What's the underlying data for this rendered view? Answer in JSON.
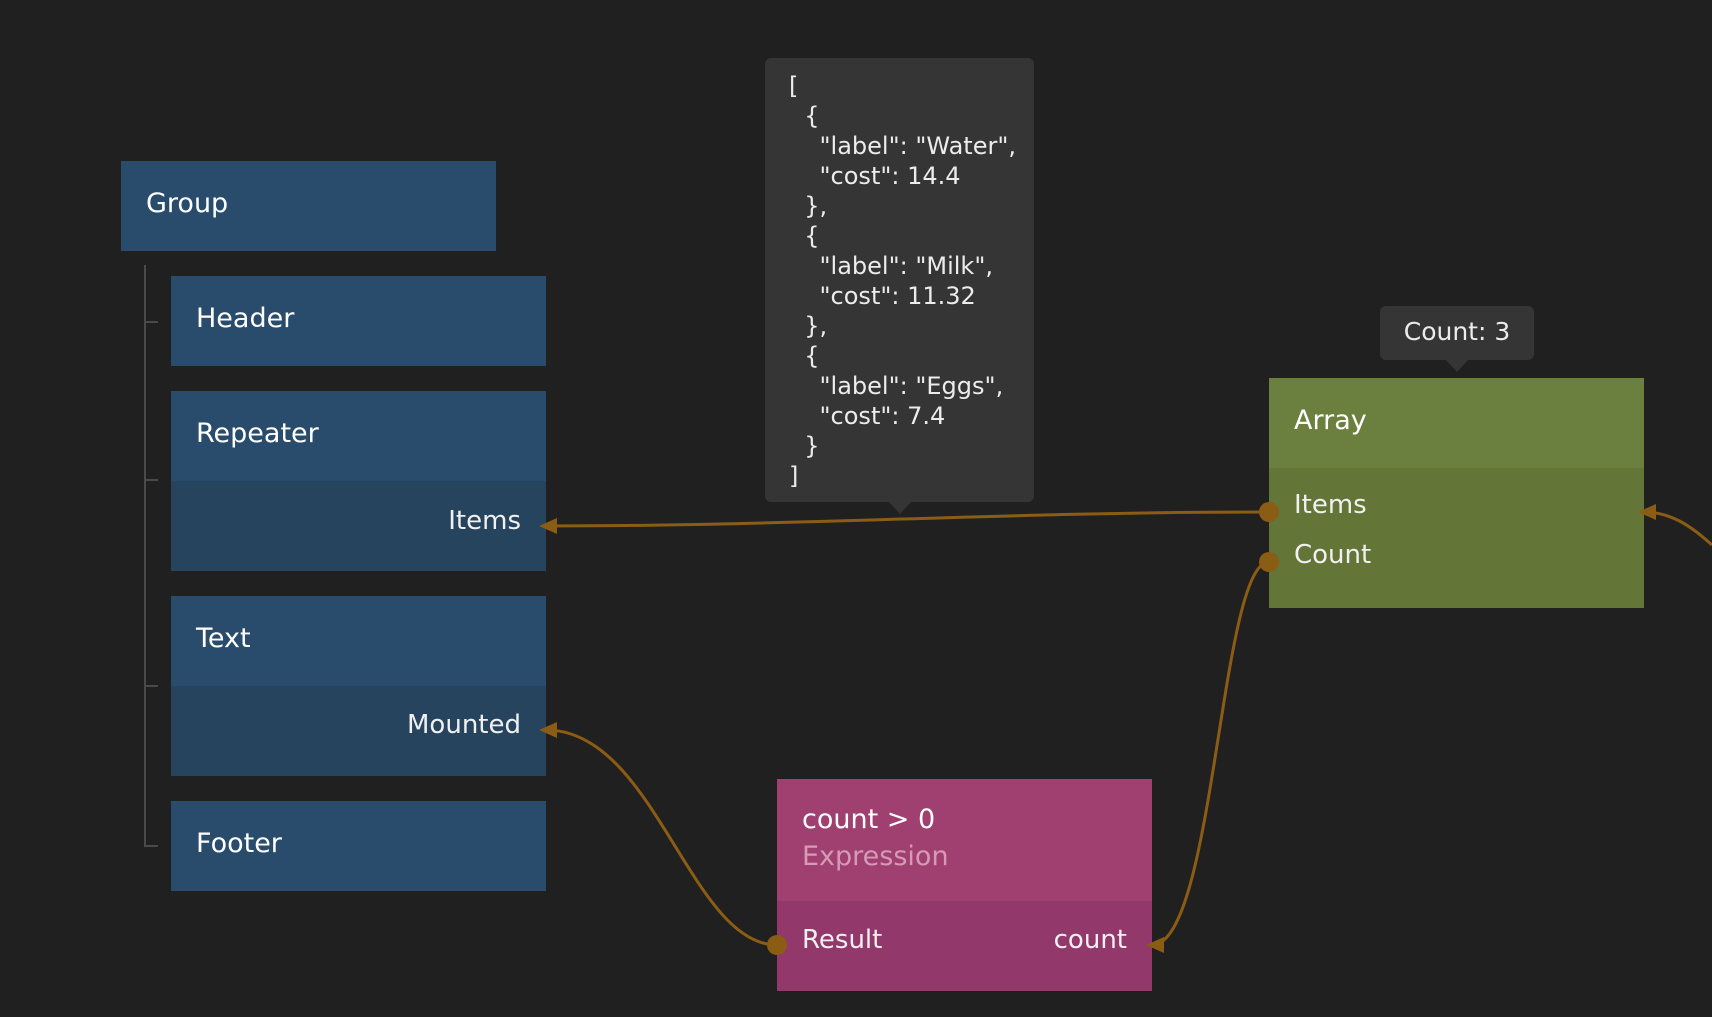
{
  "nodes": {
    "group": {
      "title": "Group"
    },
    "header": {
      "title": "Header"
    },
    "repeater": {
      "title": "Repeater",
      "port_items": "Items"
    },
    "text": {
      "title": "Text",
      "port_mounted": "Mounted"
    },
    "footer": {
      "title": "Footer"
    },
    "array": {
      "title": "Array",
      "port_items": "Items",
      "port_count": "Count"
    },
    "expression": {
      "title": "count > 0",
      "subtitle": "Expression",
      "port_result": "Result",
      "port_count": "count"
    }
  },
  "tooltips": {
    "json_preview": "[\n  {\n    \"label\": \"Water\",\n    \"cost\": 14.4\n  },\n  {\n    \"label\": \"Milk\",\n    \"cost\": 11.32\n  },\n  {\n    \"label\": \"Eggs\",\n    \"cost\": 7.4\n  }\n]",
    "count": "Count: 3"
  },
  "colors": {
    "background": "#202020",
    "visual_node": "#2a4c6c",
    "data_node": "#6b7f3e",
    "expression_node": "#a04070",
    "wire": "#8a5c14",
    "tooltip": "#353535"
  }
}
